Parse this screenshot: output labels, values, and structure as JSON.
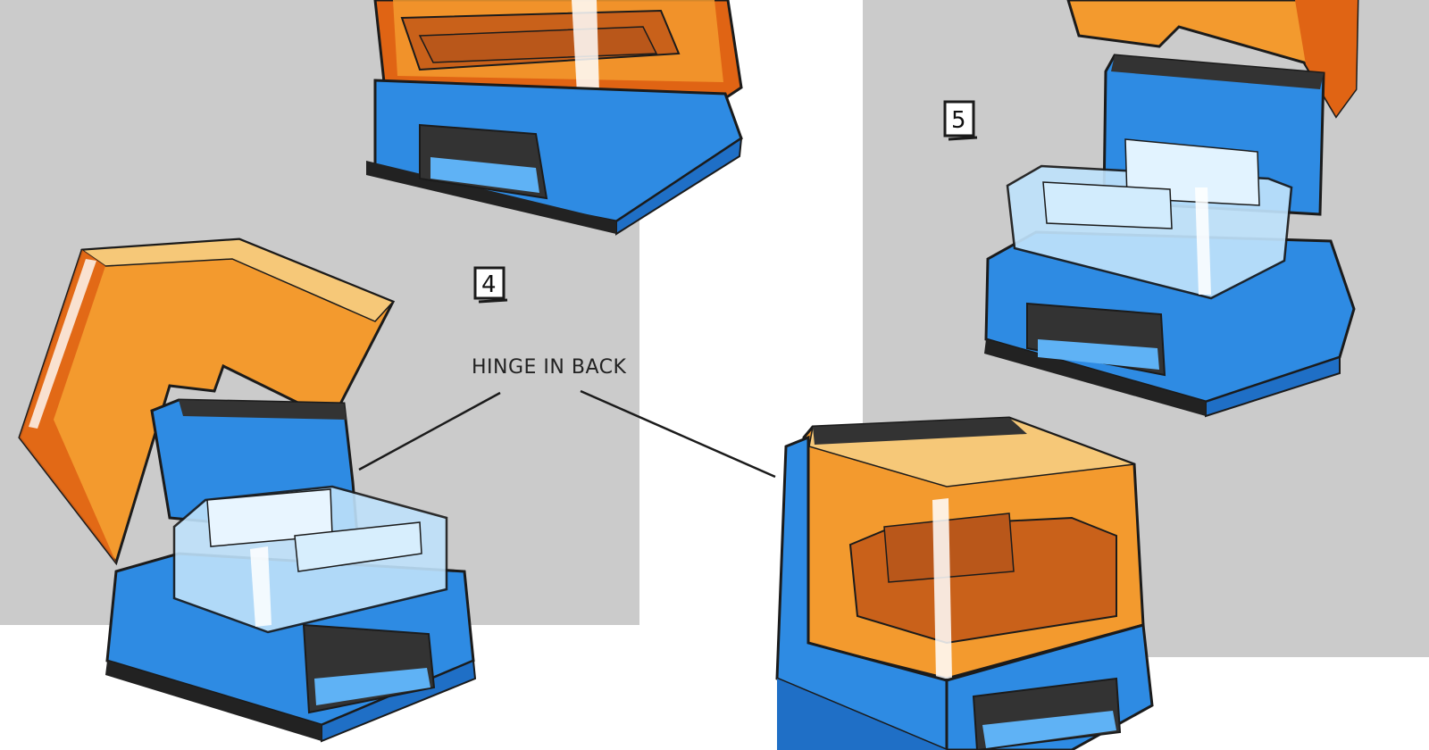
{
  "annotations": {
    "hinge_label": "HINGE IN BACK",
    "concept_4": "4",
    "concept_5": "5"
  },
  "colors": {
    "background": "#ffffff",
    "panel_gray": "#cbcbcb",
    "base_blue": "#2e8be3",
    "base_blue_light": "#5fb2f5",
    "base_blue_dark": "#1f6fc6",
    "lid_orange": "#f39a2e",
    "lid_orange_dark": "#e06414",
    "lid_top": "#f6c878",
    "glass_blue": "#bfe2fb",
    "outline": "#1b1b1b",
    "slot": "#333333"
  },
  "icons": [
    "resin-printer-sketch",
    "number-box-4",
    "number-box-5"
  ]
}
